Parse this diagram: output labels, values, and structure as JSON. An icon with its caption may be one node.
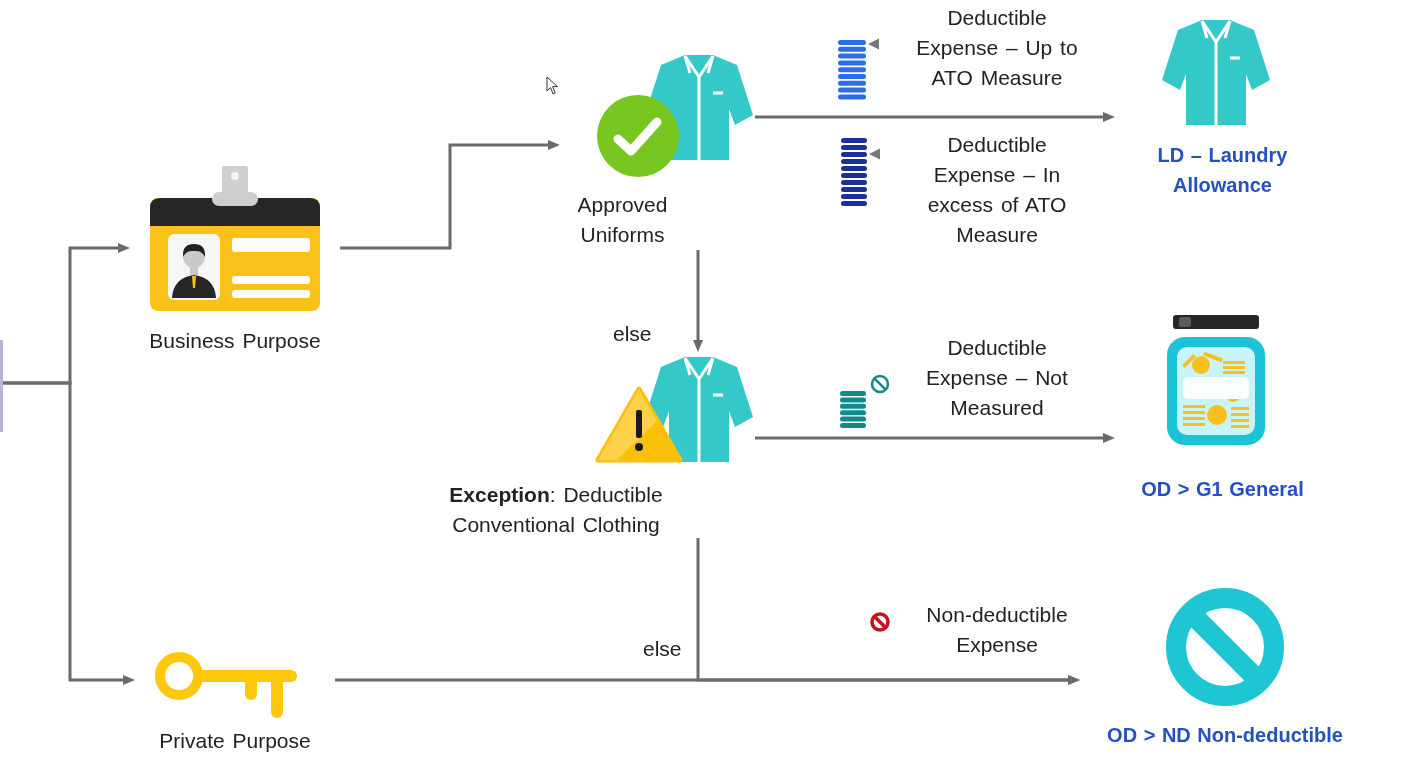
{
  "diagram": {
    "nodes": [
      {
        "text": [],
        "shape": "bar"
      },
      {
        "text": [
          "Business Purpose"
        ]
      },
      {
        "text": [
          "Private Purpose"
        ]
      },
      {
        "text": [
          "Approved Uniforms"
        ]
      },
      {
        "text": [
          "**Exception**: Deductible Conventional Clothing"
        ]
      },
      {
        "text": [
          "LD – Laundry Allowance"
        ]
      },
      {
        "text": [
          "OD > G1 General"
        ]
      },
      {
        "text": [
          "OD > ND Non-deductible"
        ]
      }
    ],
    "edges": [
      {
        "from": 0,
        "to": 1,
        "arrow": "to"
      },
      {
        "from": 0,
        "to": 2,
        "arrow": "to"
      },
      {
        "from": 1,
        "to": 3,
        "arrow": "to"
      },
      {
        "from": 3,
        "to": 5,
        "arrow": "to"
      },
      {
        "from": 3,
        "to": 4,
        "arrow": "to",
        "label": "else"
      },
      {
        "from": 4,
        "to": 6,
        "arrow": "to"
      },
      {
        "from": 2,
        "to": 7,
        "arrow": "to"
      },
      {
        "from": 4,
        "to": 7,
        "arrow": "to",
        "label": "else"
      }
    ],
    "labels": [
      "Deductible Expense – Up to ATO Measure",
      "Deductible Expense – In excess of ATO Measure",
      "Deductible Expense – Not Measured",
      "Non-deductible Expense"
    ]
  }
}
